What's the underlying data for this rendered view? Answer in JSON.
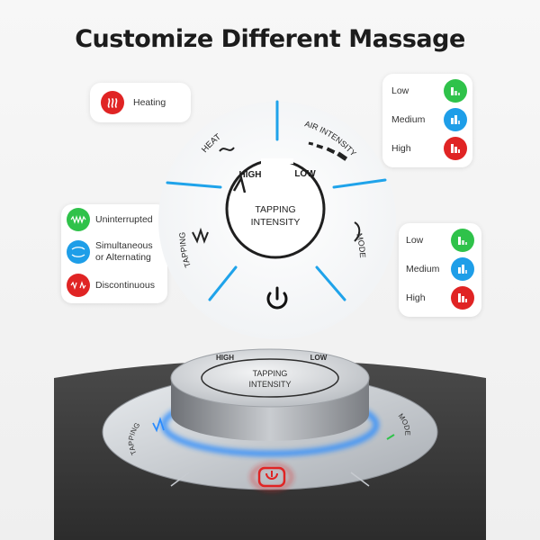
{
  "title": "Customize Different Massage",
  "heating": {
    "label": "Heating",
    "icon": "heat-waves-icon",
    "color": "#e02424"
  },
  "air_intensity_levels": [
    {
      "label": "Low",
      "icon": "bars-low-icon",
      "color": "#2fc24a"
    },
    {
      "label": "Medium",
      "icon": "bars-medium-icon",
      "color": "#1e9ee8"
    },
    {
      "label": "High",
      "icon": "bars-high-icon",
      "color": "#e02424"
    }
  ],
  "mode_levels": [
    {
      "label": "Low",
      "icon": "bars-low-icon",
      "color": "#2fc24a"
    },
    {
      "label": "Medium",
      "icon": "bars-medium-icon",
      "color": "#1e9ee8"
    },
    {
      "label": "High",
      "icon": "bars-high-icon",
      "color": "#e02424"
    }
  ],
  "tapping_patterns": [
    {
      "label": "Uninterrupted",
      "icon": "continuous-wave-icon",
      "color": "#2fc24a"
    },
    {
      "label_line1": "Simultaneous",
      "label_line2": "or  Alternating",
      "icon": "alternating-wave-icon",
      "color": "#1e9ee8"
    },
    {
      "label": "Discontinuous",
      "icon": "broken-wave-icon",
      "color": "#e02424"
    }
  ],
  "dial": {
    "segment_heat": "HEAT",
    "segment_air": "AIR INTENSITY",
    "segment_tapping": "TAPPING",
    "segment_mode": "MODE",
    "ring_high": "HIGH",
    "ring_low": "LOW",
    "center_line1": "TAPPING",
    "center_line2": "INTENSITY",
    "power_icon": "power-icon",
    "accent": "#1fa3ea"
  },
  "device": {
    "knob_high": "HIGH",
    "knob_low": "LOW",
    "knob_line1": "TAPPING",
    "knob_line2": "INTENSITY",
    "segment_tapping": "TAPPING",
    "segment_mode": "MODE",
    "glow_color": "#2b8cff",
    "power_color": "#e02424"
  }
}
